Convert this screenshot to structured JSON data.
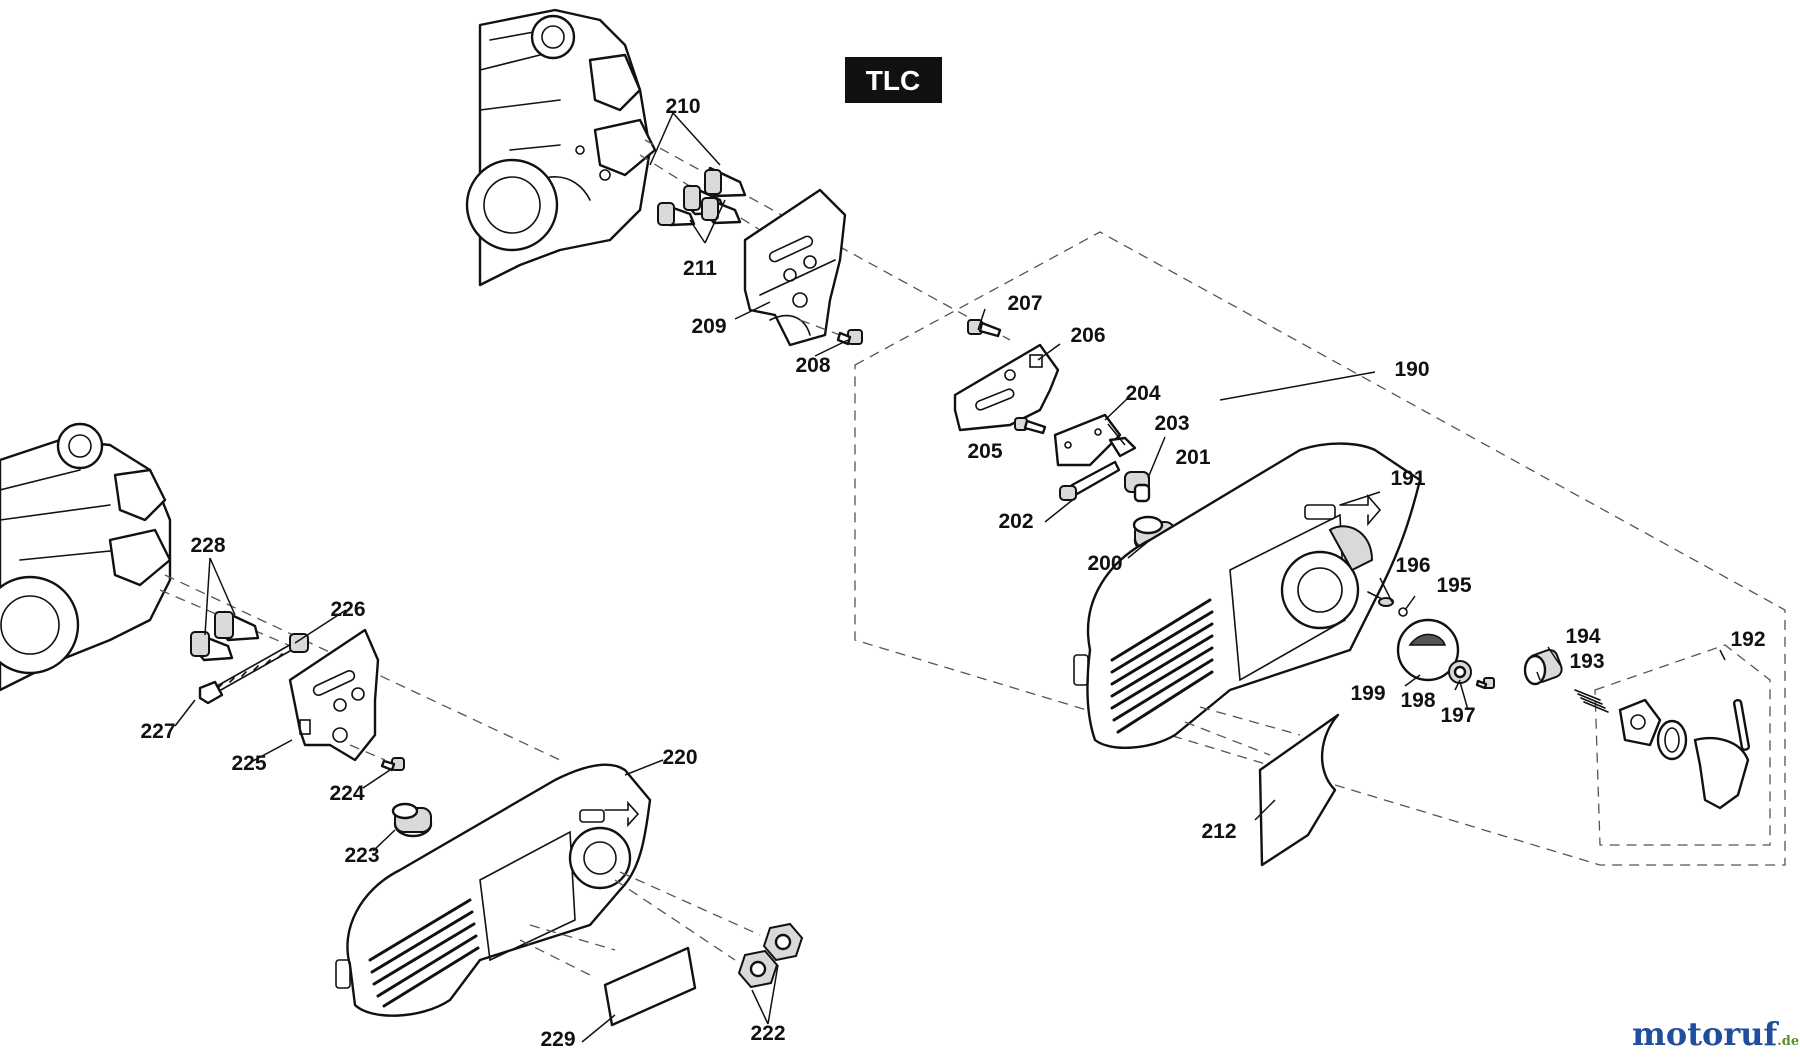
{
  "diagram": {
    "badge": "TLC",
    "watermark": {
      "brand_main": "motoruf",
      "brand_suffix": ".de"
    },
    "callouts": [
      "190",
      "191",
      "192",
      "193",
      "194",
      "195",
      "196",
      "197",
      "198",
      "199",
      "200",
      "201",
      "202",
      "203",
      "204",
      "205",
      "206",
      "207",
      "208",
      "209",
      "210",
      "211",
      "212",
      "220",
      "222",
      "223",
      "224",
      "225",
      "226",
      "227",
      "228",
      "229"
    ],
    "colors": {
      "line": "#111111",
      "dash": "#555555",
      "badge": "#111111",
      "watermark_blue": "#1f4e9c",
      "watermark_green": "#5a8f2e"
    }
  }
}
